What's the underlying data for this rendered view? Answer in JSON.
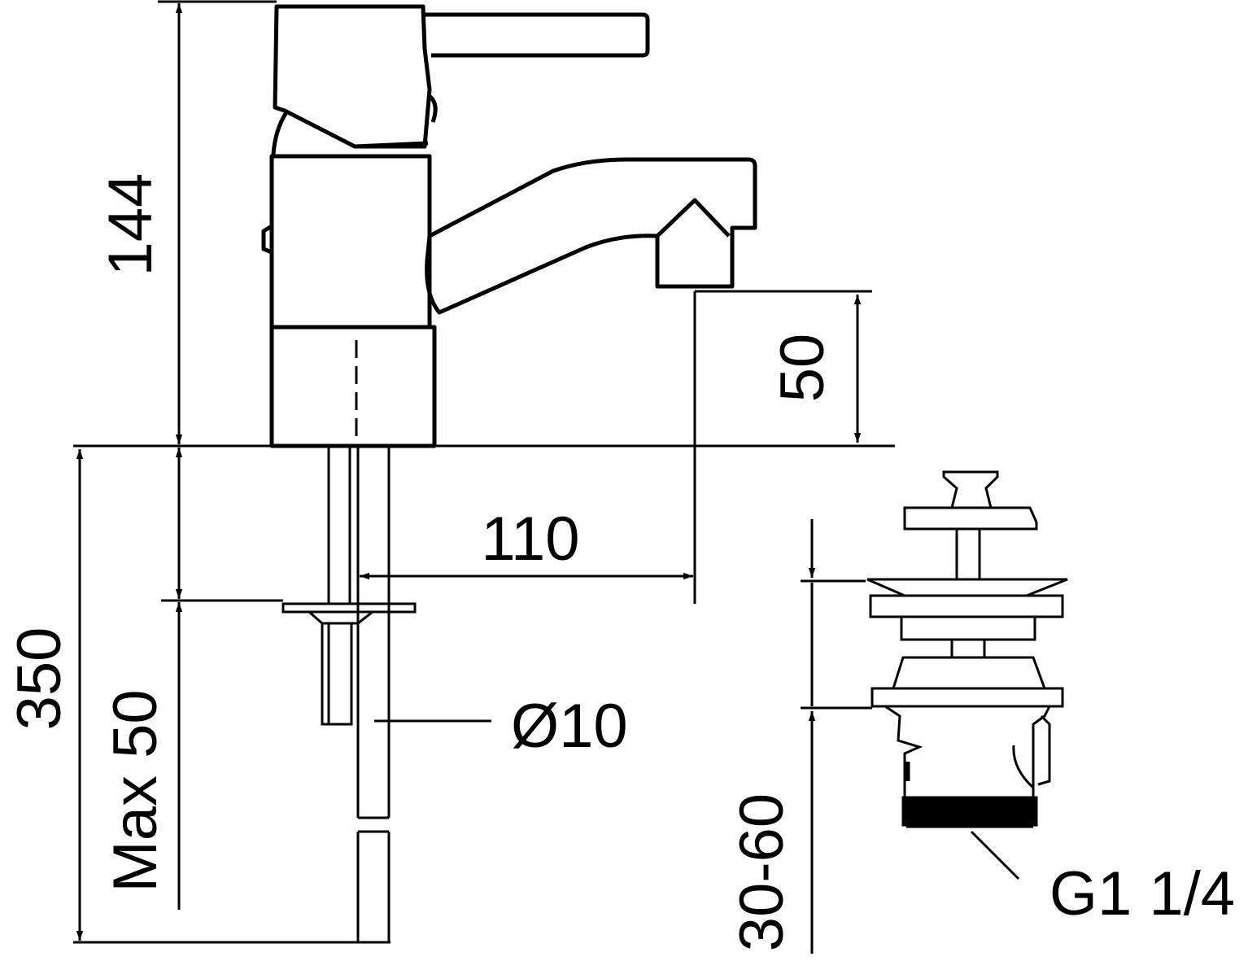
{
  "colors": {
    "stroke": "#000000",
    "background": "#ffffff"
  },
  "dimensions": {
    "height_total": "144",
    "spout_height": "50",
    "spout_reach": "110",
    "below_deck": "350",
    "max_deck": "Max 50",
    "hose_diameter": "Ø10",
    "waste_range": "30-60",
    "thread": "G1 1/4"
  }
}
